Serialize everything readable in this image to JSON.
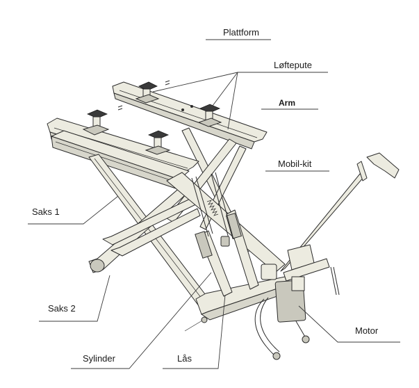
{
  "labels": {
    "plattform": "Plattform",
    "loftepute": "Løftepute",
    "arm": "Arm",
    "mobil_kit": "Mobil-kit",
    "saks1": "Saks 1",
    "saks2": "Saks 2",
    "sylinder": "Sylinder",
    "laas": "Lås",
    "motor": "Motor"
  }
}
